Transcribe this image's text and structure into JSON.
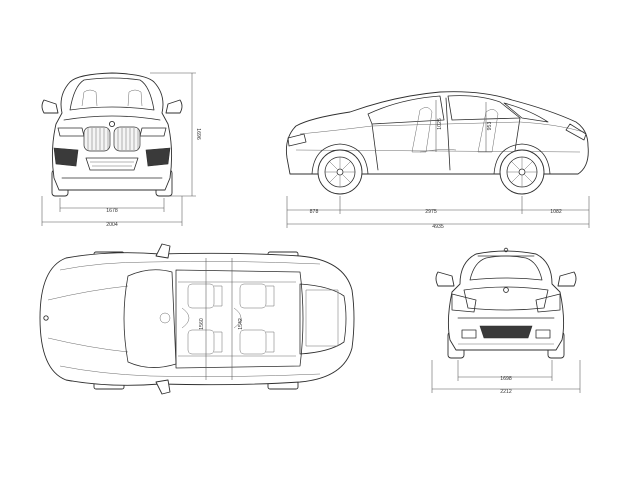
{
  "dimensions": {
    "front_track": "1678",
    "front_width": "2004",
    "front_height": "1696",
    "side_front_overhang": "878",
    "side_wheelbase": "2975",
    "side_rear_overhang": "1082",
    "side_length": "4935",
    "side_headroom_front": "1025",
    "side_headroom_rear": "953",
    "top_width_front": "1560",
    "top_width_rear": "1542",
    "rear_track": "1698",
    "rear_width": "2212"
  },
  "colors": {
    "line": "#2f2f2f",
    "dimension": "#555555",
    "background": "#ffffff"
  }
}
